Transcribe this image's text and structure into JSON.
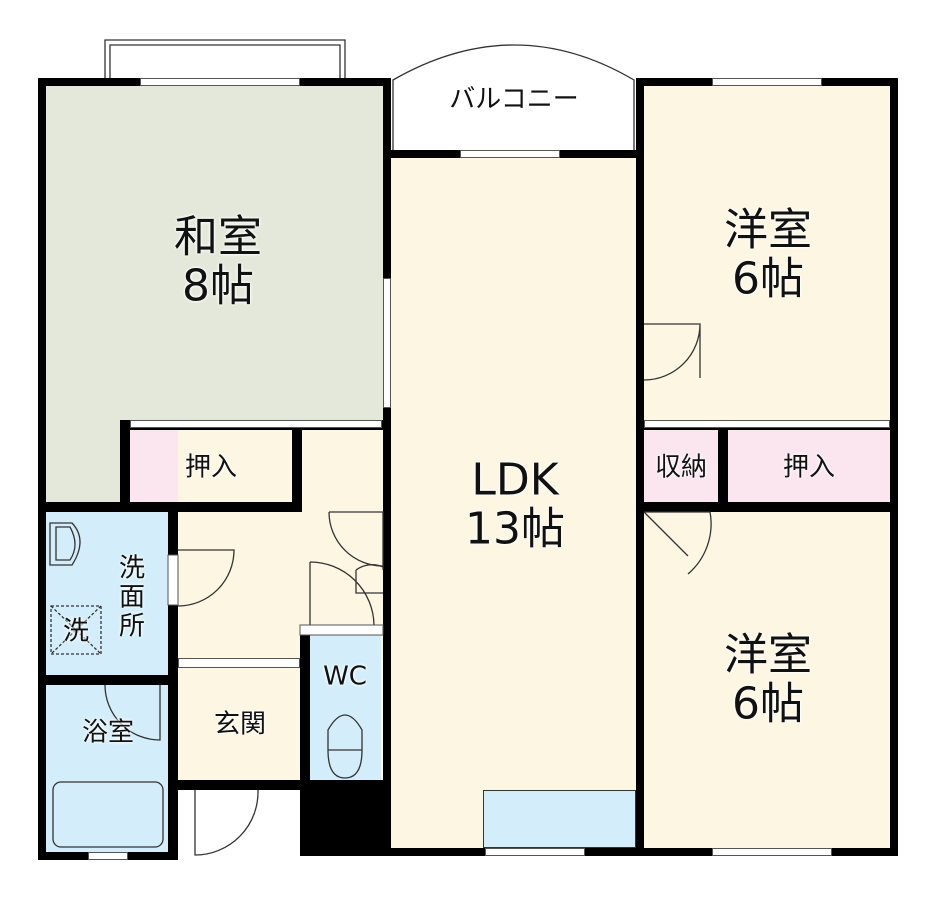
{
  "rooms": {
    "washitsu": {
      "name": "和室",
      "size": "8帖"
    },
    "ldk": {
      "name": "LDK",
      "size": "13帖"
    },
    "youshitsu_upper": {
      "name": "洋室",
      "size": "6帖"
    },
    "youshitsu_lower": {
      "name": "洋室",
      "size": "6帖"
    },
    "oshiire_left": "押入",
    "oshiire_right": "押入",
    "shuunou": "収納",
    "senmenjo": "洗\n面\n所",
    "washer": "洗",
    "bath": "浴室",
    "genkan": "玄関",
    "wc": "WC",
    "balcony": "バルコニー"
  },
  "colors": {
    "tatami": "#e3e8da",
    "closet": "#fbe5ef",
    "floor": "#fdf6e3",
    "wet_area": "#d3eefa",
    "wall": "#000000"
  }
}
